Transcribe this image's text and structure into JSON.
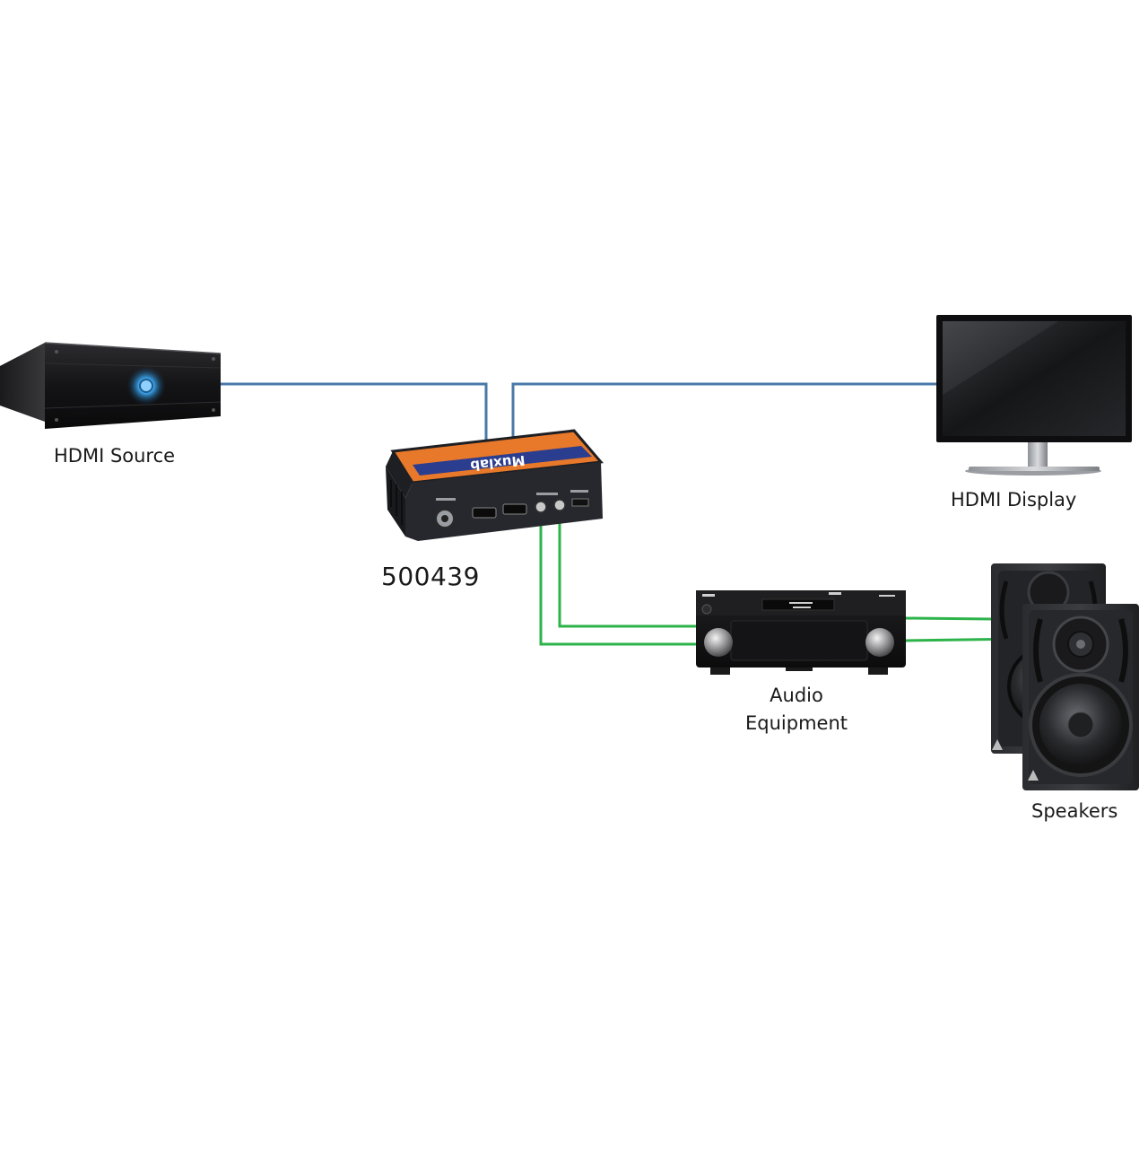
{
  "diagram": {
    "nodes": {
      "hdmi_source": {
        "label": "HDMI Source"
      },
      "hdmi_display": {
        "label": "HDMI Display"
      },
      "extractor": {
        "label": "500439",
        "brand_text": "Muxlab"
      },
      "audio_equipment": {
        "label_line1": "Audio",
        "label_line2": "Equipment"
      },
      "speakers": {
        "label": "Speakers"
      }
    },
    "connections": [
      {
        "from": "hdmi_source",
        "to": "extractor",
        "kind": "hdmi"
      },
      {
        "from": "extractor",
        "to": "hdmi_display",
        "kind": "hdmi"
      },
      {
        "from": "extractor",
        "to": "audio_equipment",
        "kind": "analog-audio"
      },
      {
        "from": "audio_equipment",
        "to": "speakers",
        "kind": "speaker"
      }
    ],
    "colors": {
      "hdmi_cable": "#4a78a8",
      "audio_cable": "#2db34a",
      "extractor_body": "#2a2d33",
      "extractor_top": "#e8782a",
      "extractor_stripe": "#2b3d8f",
      "led_glow": "#3fb1ff"
    }
  }
}
